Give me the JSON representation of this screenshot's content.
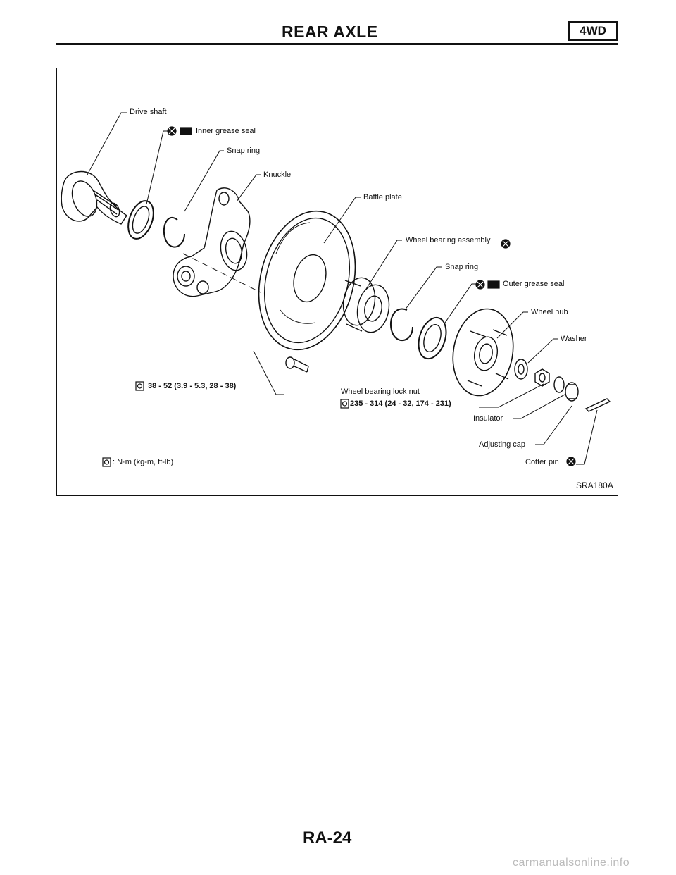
{
  "header": {
    "title": "REAR AXLE",
    "tag": "4WD"
  },
  "diagram": {
    "labels": {
      "drive_shaft": "Drive shaft",
      "inner_grease_seal": "Inner grease seal",
      "snap_ring_inner": "Snap ring",
      "knuckle": "Knuckle",
      "baffle_plate": "Baffle plate",
      "wheel_bearing_assembly": "Wheel bearing assembly",
      "snap_ring_outer": "Snap ring",
      "outer_grease_seal": "Outer grease seal",
      "wheel_hub": "Wheel hub",
      "washer": "Washer",
      "bolt_torque": "38 - 52 (3.9 - 5.3, 28 - 38)",
      "wheel_bearing_lock_nut": "Wheel bearing lock nut",
      "lock_nut_torque": "235 - 314 (24 - 32, 174 - 231)",
      "insulator": "Insulator",
      "adjusting_cap": "Adjusting cap",
      "cotter_pin": "Cotter pin",
      "torque_legend": ": N·m (kg-m, ft-lb)",
      "figure_ref": "SRA180A"
    }
  },
  "footer": {
    "page_number": "RA-24",
    "watermark": "carmanualsonline.info"
  }
}
